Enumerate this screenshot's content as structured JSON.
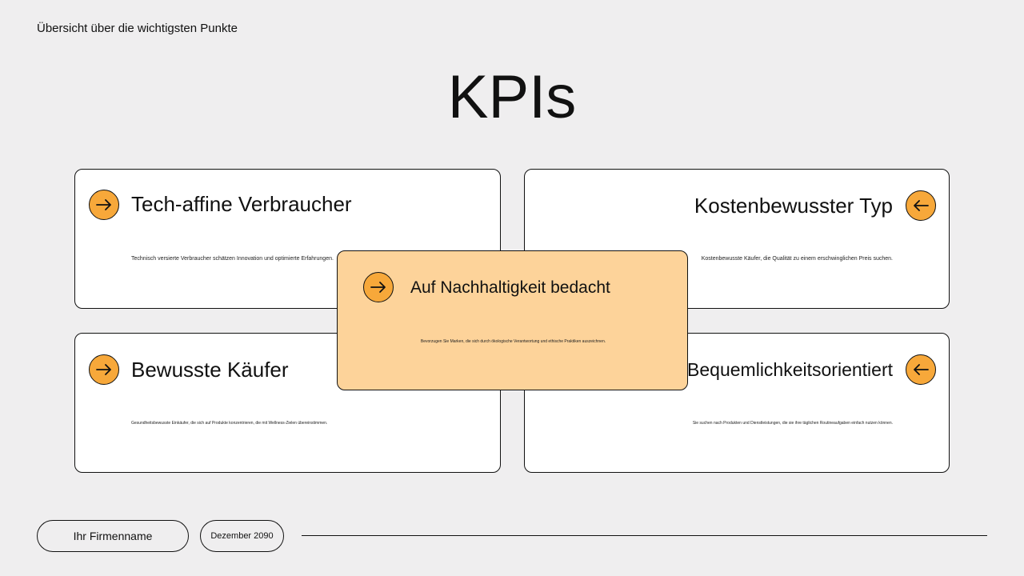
{
  "header": {
    "subtitle": "Übersicht über die wichtigsten Punkte",
    "title": "KPIs"
  },
  "cards": {
    "tech": {
      "heading": "Tech-affine Verbraucher",
      "description": "Technisch versierte Verbraucher schätzen Innovation und optimierte Erfahrungen.",
      "icon": "arrow-right-icon"
    },
    "cost": {
      "heading": "Kostenbewusster Typ",
      "description": "Kostenbewusste Käufer, die Qualität zu einem erschwinglichen Preis suchen.",
      "icon": "arrow-left-icon"
    },
    "conscious": {
      "heading": "Bewusste Käufer",
      "description": "Gesundheitsbewusste Einkäufer, die sich auf Produkte konzentrieren, die mit Wellness-Zielen übereinstimmen.",
      "icon": "arrow-right-icon"
    },
    "convenience": {
      "heading": "Bequemlichkeitsorientiert",
      "description": "Sie suchen nach Produkten und Dienstleistungen, die sie ihre täglichen Routineaufgaben einfach nutzen können.",
      "icon": "arrow-left-icon"
    },
    "sustainable": {
      "heading": "Auf Nachhaltigkeit bedacht",
      "description": "Bevorzugen Sie Marken, die sich durch ökologische Verantwortung und ethische Praktiken auszeichnen.",
      "icon": "arrow-right-icon"
    }
  },
  "footer": {
    "company": "Ihr Firmenname",
    "date": "Dezember 2090"
  },
  "colors": {
    "background": "#efeeef",
    "accent": "#f7a83a",
    "highlight_card": "#fdd39a"
  }
}
